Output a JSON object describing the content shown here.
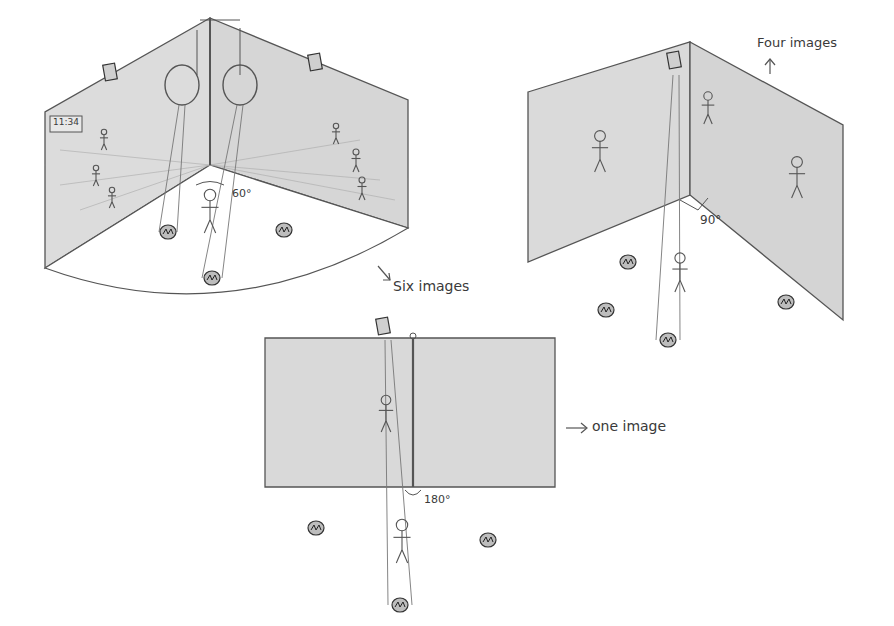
{
  "diagram": {
    "labels": [
      "Six images",
      "Four images",
      "one image",
      "60°",
      "90°",
      "180°",
      "11:34"
    ]
  }
}
